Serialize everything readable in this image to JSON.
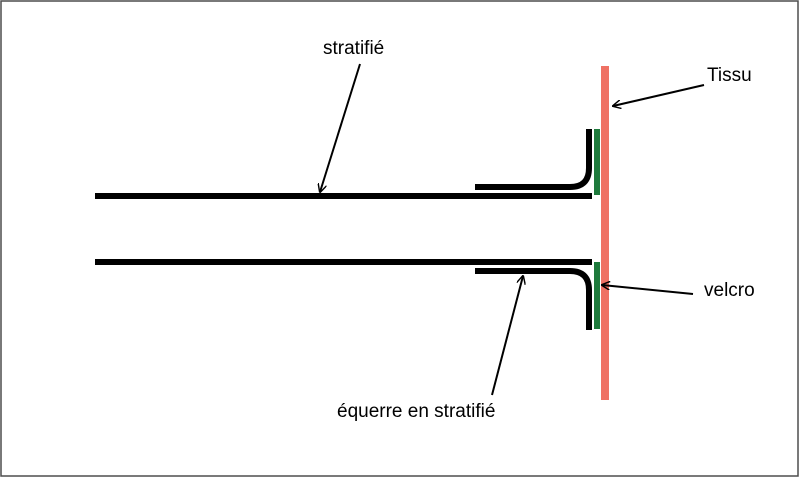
{
  "labels": {
    "stratifie": "stratifié",
    "tissu": "Tissu",
    "velcro": "velcro",
    "equerre": "équerre en stratifié"
  },
  "colors": {
    "border": "#4d4d4d",
    "laminate": "#000000",
    "fabric": "#ef7164",
    "velcro": "#1e7a3c",
    "arrow": "#000000"
  }
}
